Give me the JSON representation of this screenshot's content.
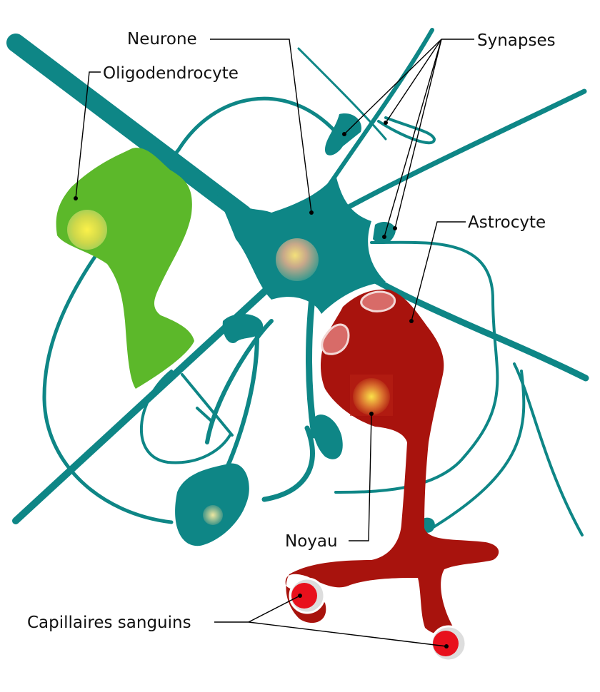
{
  "labels": {
    "neurone": "Neurone",
    "synapses": "Synapses",
    "oligodendrocyte": "Oligodendrocyte",
    "astrocyte": "Astrocyte",
    "noyau": "Noyau",
    "capillaires": "Capillaires sanguins"
  },
  "colors": {
    "neuron": "#0e8686",
    "oligodendrocyte": "#5cb82a",
    "astrocyte": "#a8130d",
    "capillary": "#e8101c",
    "background": "#ffffff"
  }
}
